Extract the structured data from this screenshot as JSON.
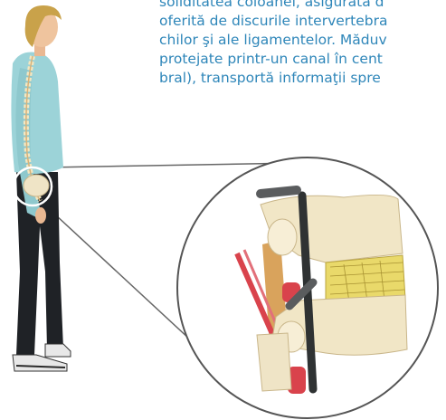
{
  "text_lines": [
    "soliditatea coloanei, asigurată d",
    "oferită de discurile intervertebra",
    "chilor şi ale ligamentelor. Măduv",
    "protejate printr-un canal în cent",
    "bral), transportă informaţii spre"
  ],
  "colors": {
    "text": "#2e86b9",
    "callout_circle": "#555555",
    "shirt": "#9cd3d8",
    "trousers": "#1f2226",
    "hair": "#c9a24a",
    "bone": "#f1e6c6",
    "disc": "#e9d96a",
    "nerve": "#d9434c"
  }
}
